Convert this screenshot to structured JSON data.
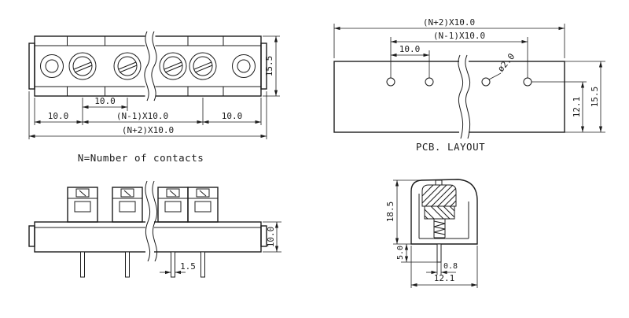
{
  "drawing": {
    "front_view": {
      "caption": "N=Number of contacts",
      "dim_pitch_first": "10.0",
      "dim_left": "10.0",
      "dim_span": "(N-1)X10.0",
      "dim_right": "10.0",
      "dim_total": "(N+2)X10.0",
      "dim_height": "15.5"
    },
    "pcb_layout": {
      "caption": "PCB. LAYOUT",
      "dim_total": "(N+2)X10.0",
      "dim_span": "(N-1)X10.0",
      "dim_pitch": "10.0",
      "dim_hole_diameter": "ø2.0",
      "dim_hole_offset": "12.1",
      "dim_height": "15.5"
    },
    "side_view": {
      "dim_body_height": "10.0",
      "dim_pin_width": "1.5"
    },
    "section_view": {
      "dim_height": "18.5",
      "dim_pin_length": "5.0",
      "dim_pin_thickness": "0.8",
      "dim_depth": "12.1"
    },
    "colors": {
      "line": "#1c1c1c",
      "background": "#ffffff"
    }
  }
}
